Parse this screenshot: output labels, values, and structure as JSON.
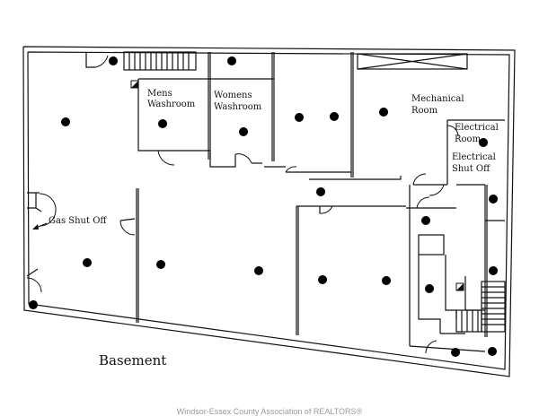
{
  "plan": {
    "title": "Basement",
    "rooms": {
      "mens_washroom": [
        "Mens",
        "Washroom"
      ],
      "womens_washroom": [
        "Womens",
        "Washroom"
      ],
      "mechanical_room": [
        "Mechanical",
        "Room"
      ],
      "electrical_room": [
        "Electrical",
        "Room"
      ],
      "electrical_shut_off": [
        "Electrical",
        "Shut Off"
      ],
      "gas_shut_off": "Gas Shut Off"
    },
    "watermark": "Windsor-Essex County Association of REALTORS®",
    "symbol_icon": "ceiling-light-icon",
    "colors": {
      "line": "#111111",
      "watermark": "#9a9a9a"
    }
  }
}
